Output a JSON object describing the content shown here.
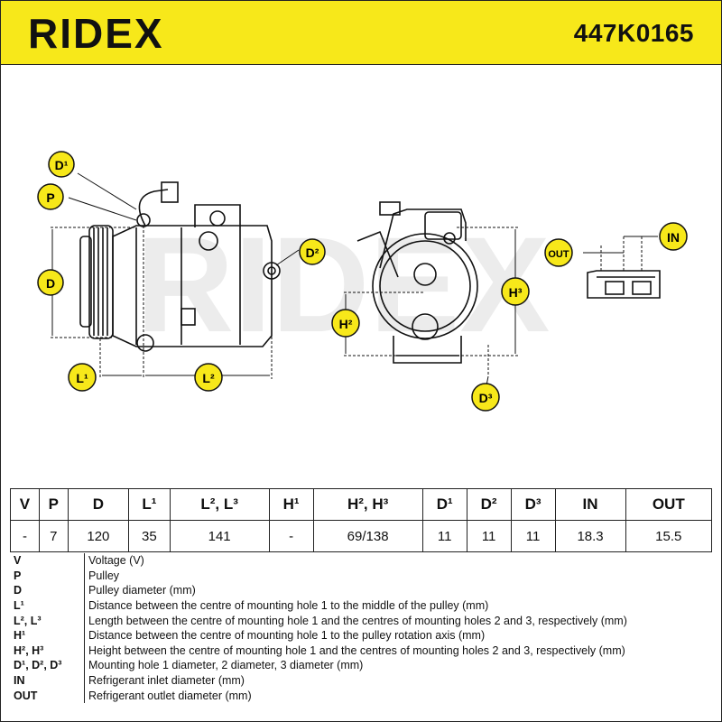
{
  "header": {
    "brand": "RIDEX",
    "part_number": "447K0165",
    "accent_color": "#f7e81a"
  },
  "drawing": {
    "callouts": [
      "D¹",
      "P",
      "D",
      "D²",
      "L¹",
      "L²",
      "H²",
      "H³",
      "D³",
      "OUT",
      "IN"
    ]
  },
  "specs": {
    "headers": [
      "V",
      "P",
      "D",
      "L¹",
      "L², L³",
      "H¹",
      "H², H³",
      "D¹",
      "D²",
      "D³",
      "IN",
      "OUT"
    ],
    "values": [
      "-",
      "7",
      "120",
      "35",
      "141",
      "-",
      "69/138",
      "11",
      "11",
      "11",
      "18.3",
      "15.5"
    ]
  },
  "legend": [
    {
      "key": "V",
      "desc": "Voltage (V)"
    },
    {
      "key": "P",
      "desc": "Pulley"
    },
    {
      "key": "D",
      "desc": "Pulley diameter (mm)"
    },
    {
      "key": "L¹",
      "desc": "Distance between the centre of mounting hole 1 to the middle of the pulley (mm)"
    },
    {
      "key": "L², L³",
      "desc": "Length between the centre of mounting hole 1 and the centres of mounting holes 2 and 3, respectively (mm)"
    },
    {
      "key": "H¹",
      "desc": "Distance between the centre of mounting hole 1 to the pulley rotation axis (mm)"
    },
    {
      "key": "H², H³",
      "desc": "Height between the centre of mounting hole 1 and the centres of mounting holes 2 and 3, respectively (mm)"
    },
    {
      "key": "D¹, D², D³",
      "desc": "Mounting hole 1 diameter, 2 diameter, 3 diameter (mm)"
    },
    {
      "key": "IN",
      "desc": "Refrigerant inlet diameter (mm)"
    },
    {
      "key": "OUT",
      "desc": "Refrigerant outlet diameter (mm)"
    }
  ]
}
